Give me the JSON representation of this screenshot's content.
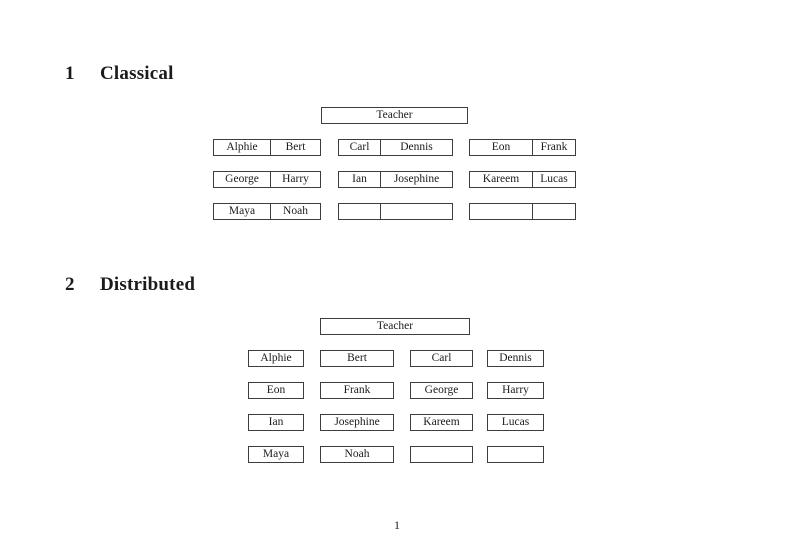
{
  "colors": {
    "text": "#1b1b1b",
    "border": "#3d3d3d",
    "background": "#ffffff"
  },
  "sections": {
    "classical": {
      "number": "1",
      "title": "Classical"
    },
    "distributed": {
      "number": "2",
      "title": "Distributed"
    }
  },
  "classical": {
    "teacher": "Teacher",
    "groups": [
      {
        "rows": [
          [
            "Alphie",
            "Bert"
          ],
          [
            "George",
            "Harry"
          ],
          [
            "Maya",
            "Noah"
          ]
        ]
      },
      {
        "rows": [
          [
            "Carl",
            "Dennis"
          ],
          [
            "Ian",
            "Josephine"
          ],
          [
            "",
            ""
          ]
        ]
      },
      {
        "rows": [
          [
            "Eon",
            "Frank"
          ],
          [
            "Kareem",
            "Lucas"
          ],
          [
            "",
            ""
          ]
        ]
      }
    ]
  },
  "distributed": {
    "teacher": "Teacher",
    "rows": [
      [
        "Alphie",
        "Bert",
        "Carl",
        "Dennis"
      ],
      [
        "Eon",
        "Frank",
        "George",
        "Harry"
      ],
      [
        "Ian",
        "Josephine",
        "Kareem",
        "Lucas"
      ],
      [
        "Maya",
        "Noah",
        "",
        ""
      ]
    ]
  },
  "page": {
    "number": "1"
  }
}
